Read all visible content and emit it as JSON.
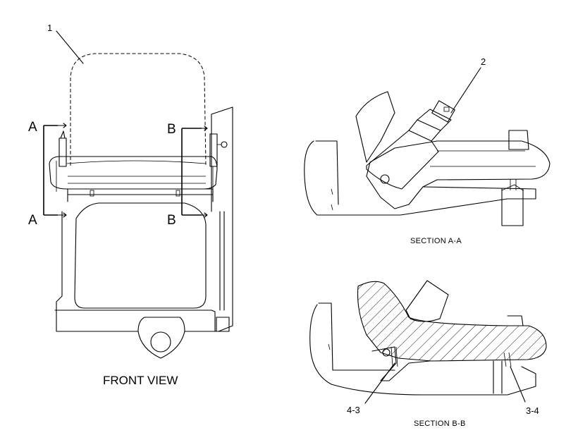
{
  "labels": {
    "part_1": "1",
    "part_2": "2",
    "part_4_3": "4-3",
    "part_3_4": "3-4",
    "section_a_top": "A",
    "section_a_bottom": "A",
    "section_b_top": "B",
    "section_b_bottom": "B",
    "front_view": "FRONT VIEW",
    "section_aa": "SECTION A-A",
    "section_bb": "SECTION B-B"
  }
}
